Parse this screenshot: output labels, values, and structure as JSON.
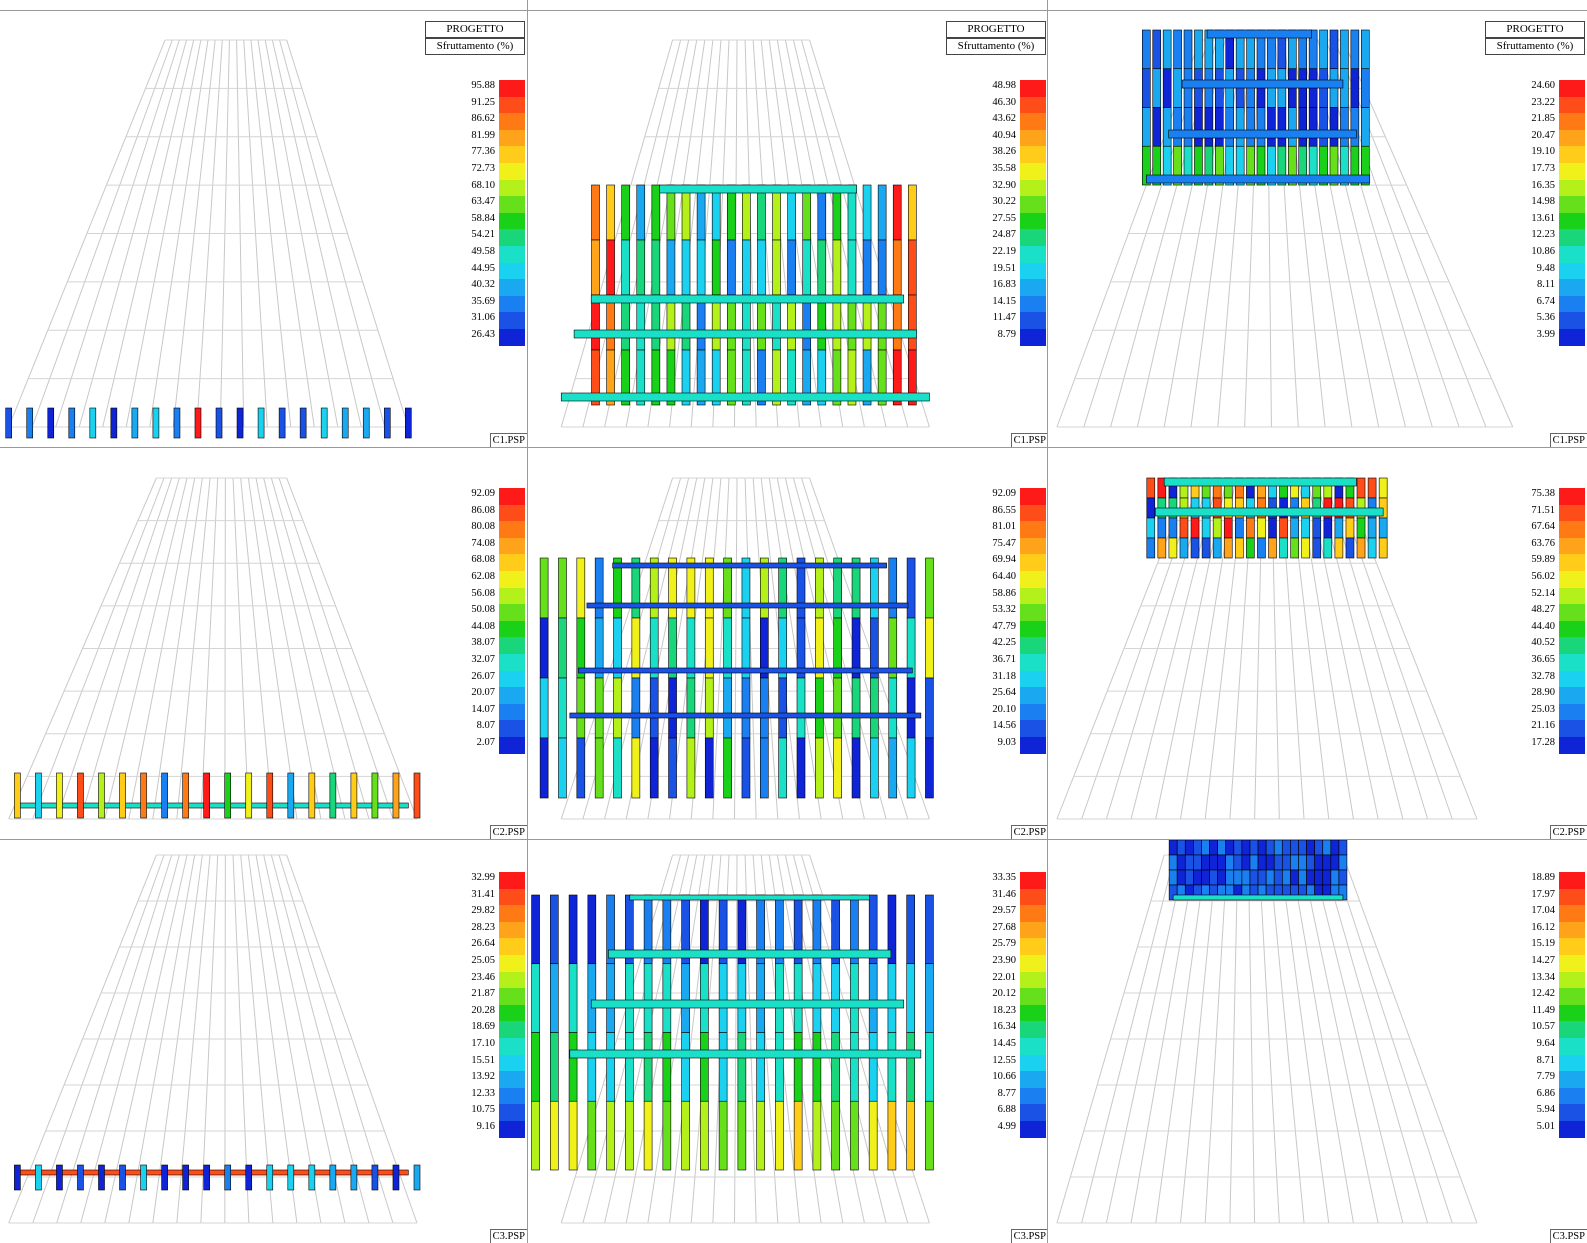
{
  "header": {
    "line1": "PROGETTO",
    "line2": "Sfruttamento (%)"
  },
  "colors": [
    "#ff1a1a",
    "#ff4d1a",
    "#ff7a14",
    "#ffa31a",
    "#ffcc1a",
    "#f0f01a",
    "#b4f01a",
    "#66e01a",
    "#1ad11a",
    "#1ad67a",
    "#1ae0c8",
    "#1ad2f0",
    "#1aa8f0",
    "#1a7ff0",
    "#1a52e6",
    "#0f24d6"
  ],
  "panels": [
    {
      "id": "p11",
      "show_header": true,
      "footer": "C1.PSP",
      "legend": [
        "95.88",
        "91.25",
        "86.62",
        "81.99",
        "77.36",
        "72.73",
        "68.10",
        "63.47",
        "58.84",
        "54.21",
        "49.58",
        "44.95",
        "40.32",
        "35.69",
        "31.06",
        "26.43"
      ]
    },
    {
      "id": "p12",
      "show_header": true,
      "footer": "C1.PSP",
      "legend": [
        "48.98",
        "46.30",
        "43.62",
        "40.94",
        "38.26",
        "35.58",
        "32.90",
        "30.22",
        "27.55",
        "24.87",
        "22.19",
        "19.51",
        "16.83",
        "14.15",
        "11.47",
        "8.79"
      ]
    },
    {
      "id": "p13",
      "show_header": true,
      "footer": "C1.PSP",
      "legend": [
        "24.60",
        "23.22",
        "21.85",
        "20.47",
        "19.10",
        "17.73",
        "16.35",
        "14.98",
        "13.61",
        "12.23",
        "10.86",
        "9.48",
        "8.11",
        "6.74",
        "5.36",
        "3.99"
      ]
    },
    {
      "id": "p21",
      "show_header": false,
      "footer": "C2.PSP",
      "legend": [
        "92.09",
        "86.08",
        "80.08",
        "74.08",
        "68.08",
        "62.08",
        "56.08",
        "50.08",
        "44.08",
        "38.07",
        "32.07",
        "26.07",
        "20.07",
        "14.07",
        "8.07",
        "2.07"
      ]
    },
    {
      "id": "p22",
      "show_header": false,
      "footer": "C2.PSP",
      "legend": [
        "92.09",
        "86.55",
        "81.01",
        "75.47",
        "69.94",
        "64.40",
        "58.86",
        "53.32",
        "47.79",
        "42.25",
        "36.71",
        "31.18",
        "25.64",
        "20.10",
        "14.56",
        "9.03"
      ]
    },
    {
      "id": "p23",
      "show_header": false,
      "footer": "C2.PSP",
      "legend": [
        "75.38",
        "71.51",
        "67.64",
        "63.76",
        "59.89",
        "56.02",
        "52.14",
        "48.27",
        "44.40",
        "40.52",
        "36.65",
        "32.78",
        "28.90",
        "25.03",
        "21.16",
        "17.28"
      ]
    },
    {
      "id": "p31",
      "show_header": false,
      "footer": "C3.PSP",
      "legend": [
        "32.99",
        "31.41",
        "29.82",
        "28.23",
        "26.64",
        "25.05",
        "23.46",
        "21.87",
        "20.28",
        "18.69",
        "17.10",
        "15.51",
        "13.92",
        "12.33",
        "10.75",
        "9.16"
      ]
    },
    {
      "id": "p32",
      "show_header": false,
      "footer": "C3.PSP",
      "legend": [
        "33.35",
        "31.46",
        "29.57",
        "27.68",
        "25.79",
        "23.90",
        "22.01",
        "20.12",
        "18.23",
        "16.34",
        "14.45",
        "12.55",
        "10.66",
        "8.77",
        "6.88",
        "4.99"
      ]
    },
    {
      "id": "p33",
      "show_header": false,
      "footer": "C3.PSP",
      "legend": [
        "18.89",
        "17.97",
        "17.04",
        "16.12",
        "15.19",
        "14.27",
        "13.34",
        "12.42",
        "11.49",
        "10.57",
        "9.64",
        "8.71",
        "7.79",
        "6.86",
        "5.94",
        "5.01"
      ]
    }
  ]
}
